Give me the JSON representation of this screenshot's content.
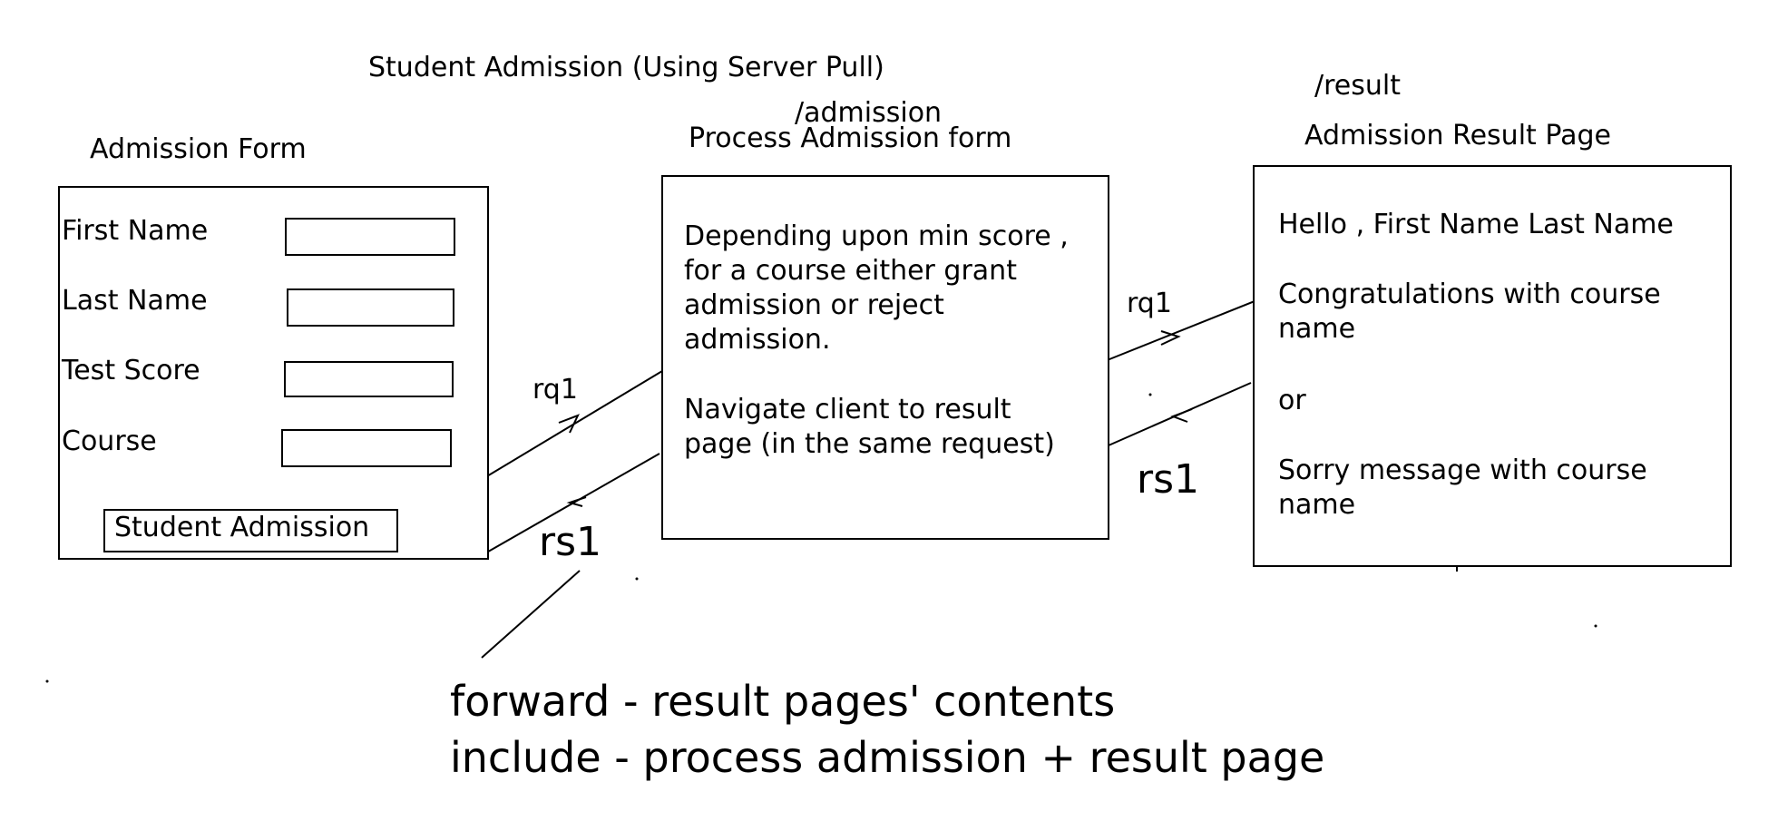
{
  "title": "Student Admission (Using Server Pull)",
  "admission_form": {
    "heading": "Admission Form",
    "fields": [
      "First Name",
      "Last Name",
      "Test Score",
      "Course"
    ],
    "submit_label": "Student Admission"
  },
  "process": {
    "url": "/admission",
    "heading": "Process Admission form",
    "text1": "Depending upon min score ,\nfor a course either grant\nadmission or reject\nadmission.",
    "text2": "Navigate client to result\npage (in the same request)"
  },
  "result": {
    "url": "/result",
    "heading": "Admission Result Page",
    "greeting": "Hello , First Name Last Name",
    "congrats": "Congratulations with course\nname",
    "or": "or",
    "sorry": "Sorry message with course\nname"
  },
  "labels": {
    "rq1_left": "rq1",
    "rs1_left": "rs1",
    "rq1_right": "rq1",
    "rs1_right": "rs1"
  },
  "notes": {
    "forward": "forward - result pages' contents",
    "include": "include - process admission + result page"
  }
}
